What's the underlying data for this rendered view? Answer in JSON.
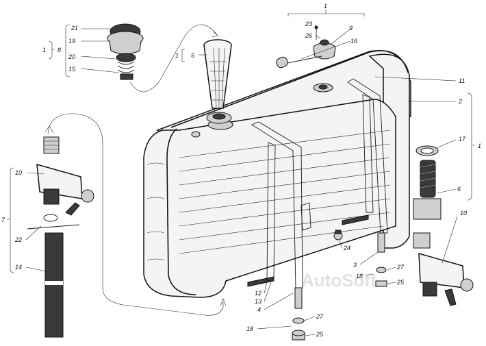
{
  "watermark": "AutoSoft",
  "callouts": {
    "c1_top": "1",
    "c23": "23",
    "c9": "9",
    "c26": "26",
    "c16": "16",
    "c1_left": "1",
    "c8": "8",
    "c21": "21",
    "c19": "19",
    "c20": "20",
    "c15": "15",
    "c1_neck": "1",
    "c5": "5",
    "c11": "11",
    "c2": "2",
    "c17": "17",
    "c1_right": "1",
    "c6": "6",
    "c10_right": "10",
    "c10_left": "10",
    "c7": "7",
    "c22": "22",
    "c14": "14",
    "c24": "24",
    "c3": "3",
    "c27_right": "27",
    "c18_right": "18",
    "c25_right": "25",
    "c12": "12",
    "c13": "13",
    "c4": "4",
    "c27_bottom": "27",
    "c18_bottom": "18",
    "c25_bottom": "25"
  },
  "colors": {
    "ink": "#111111",
    "paper": "#ffffff",
    "shade": "#cfcfcf"
  }
}
